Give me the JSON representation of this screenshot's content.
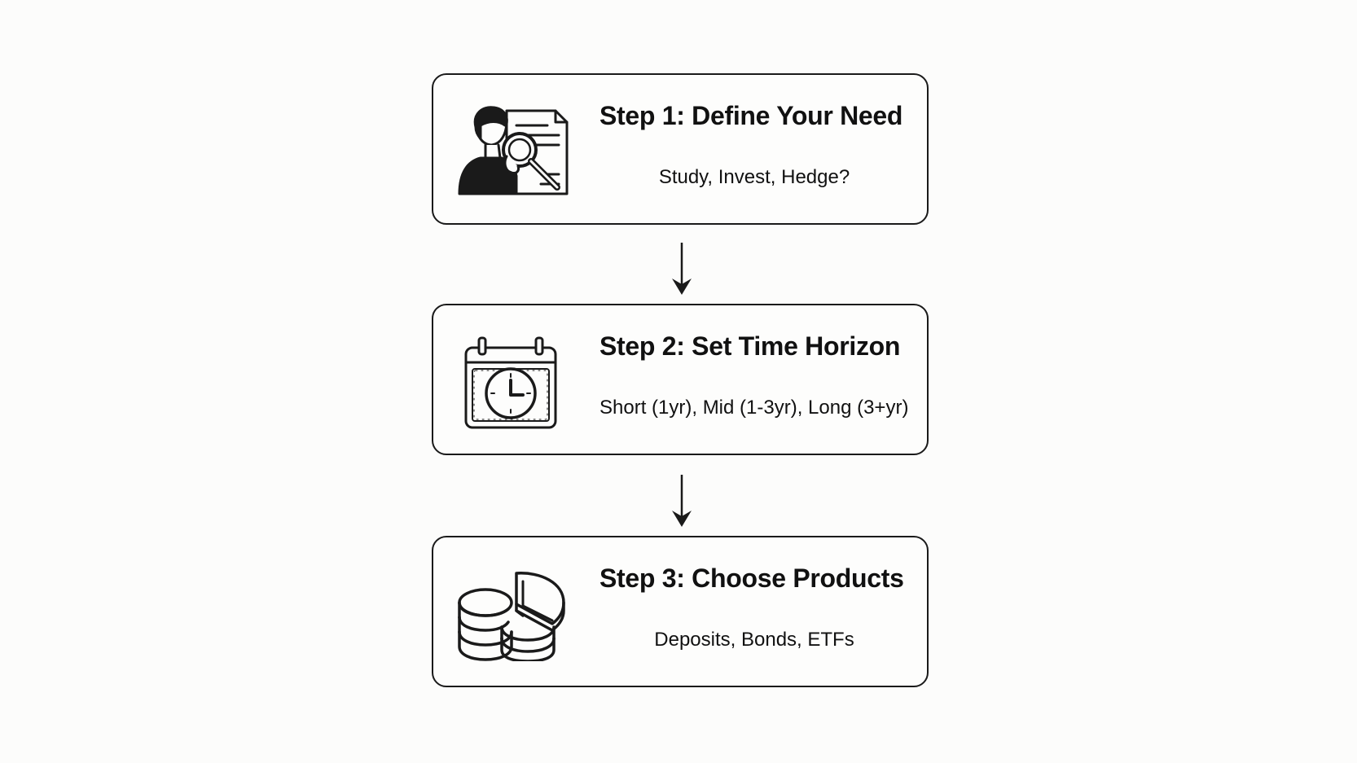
{
  "steps": [
    {
      "title": "Step 1: Define Your Need",
      "description": "Study, Invest, Hedge?",
      "icon": "person-document-magnifier-icon"
    },
    {
      "title": "Step 2: Set Time Horizon",
      "description": "Short (1yr), Mid (1-3yr), Long (3+yr)",
      "icon": "calendar-clock-icon"
    },
    {
      "title": "Step 3: Choose Products",
      "description": "Deposits, Bonds, ETFs",
      "icon": "coins-pie-chart-icon"
    }
  ],
  "colors": {
    "stroke": "#1a1a1a",
    "background": "#fcfcfb"
  }
}
